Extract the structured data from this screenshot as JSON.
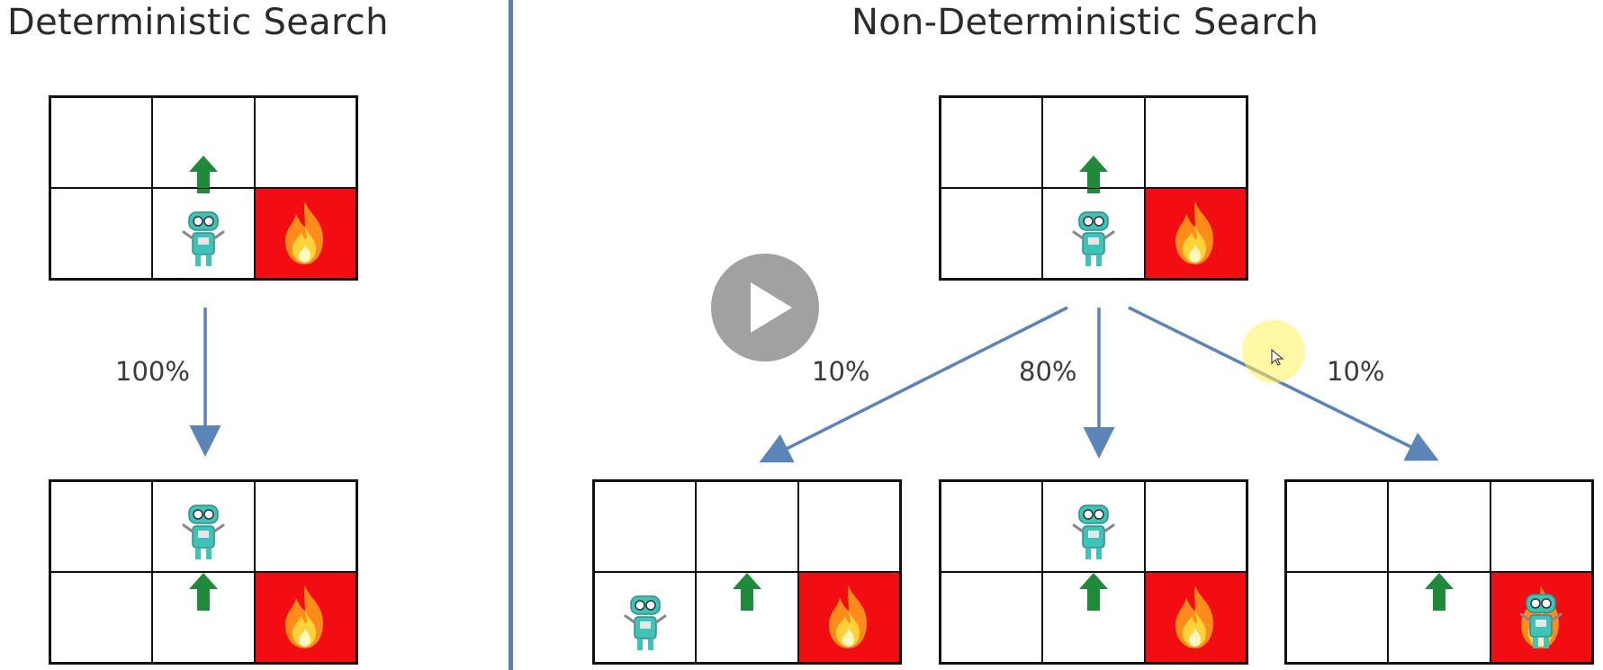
{
  "titles": {
    "left": "Deterministic Search",
    "right": "Non-Deterministic Search"
  },
  "probabilities": {
    "deterministic": "100%",
    "left": "10%",
    "center": "80%",
    "right": "10%"
  },
  "colors": {
    "fire_cell": "#f20d12",
    "arrow_green": "#1f8a3a",
    "connector_blue": "#5b84b8",
    "divider": "#5b7ea8",
    "robot_teal": "#3fc2b8"
  },
  "icons": [
    "arrow-up-icon",
    "robot-icon",
    "fire-icon",
    "play-icon",
    "cursor-icon"
  ]
}
